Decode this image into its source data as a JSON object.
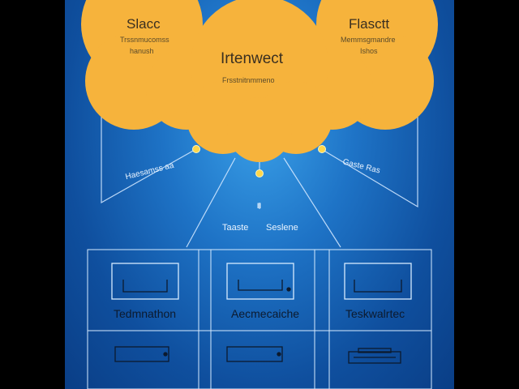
{
  "clouds": {
    "left": {
      "title": "Slacc",
      "line1": "Trssnmucomss",
      "line2": "hanush"
    },
    "center": {
      "title": "Irtenwect",
      "subtitle": "Frsstnitnmmeno"
    },
    "right": {
      "title": "Flasctt",
      "line1": "Memmsgmandre",
      "line2": "Ishos"
    }
  },
  "connectors": {
    "left_label": "Haesamss aa",
    "right_label": "Gaste  Ras",
    "center_small": "ll",
    "mid_left": "Taaste",
    "mid_right": "Seslene"
  },
  "grid": {
    "columns": [
      {
        "label": "Tedmnathon"
      },
      {
        "label": "Aecmecaiche"
      },
      {
        "label": "Teskwalrtec"
      }
    ]
  },
  "colors": {
    "background": "#1e73c6",
    "cloud": "#f6b33c",
    "line": "#cfe6ff",
    "node": "#ffd64a"
  }
}
